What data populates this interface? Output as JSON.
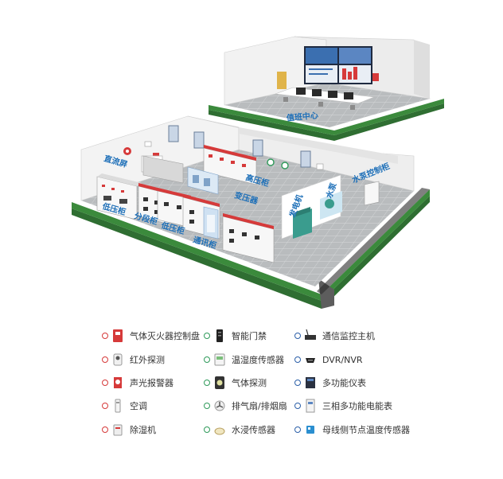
{
  "colors": {
    "red_ring": "#d63a3a",
    "green_ring": "#2f9a5a",
    "blue_ring": "#2b5fa8",
    "label_blue": "#1d6fb8",
    "floor_green": "#3b8a3c"
  },
  "scene": {
    "labels": {
      "duty_center": "值班中心",
      "dc_screen": "直流屏",
      "low_voltage_1": "低压柜",
      "distribution": "分段柜",
      "low_voltage_2": "低压柜",
      "communication": "通讯柜",
      "high_voltage": "高压柜",
      "transformer": "变压器",
      "generator": "发电机",
      "water_pump": "水泵",
      "pump_control": "水泵控制柜"
    }
  },
  "legend": {
    "col1": [
      {
        "icon": "gas-extinguish-panel-icon",
        "label": "气体灭火器控制盘"
      },
      {
        "icon": "infrared-detector-icon",
        "label": "红外探测"
      },
      {
        "icon": "sound-light-alarm-icon",
        "label": "声光报警器"
      },
      {
        "icon": "air-conditioner-icon",
        "label": "空调"
      },
      {
        "icon": "dehumidifier-icon",
        "label": "除湿机"
      }
    ],
    "col2": [
      {
        "icon": "smart-access-icon",
        "label": "智能门禁"
      },
      {
        "icon": "temp-humidity-sensor-icon",
        "label": "温湿度传感器"
      },
      {
        "icon": "gas-detector-icon",
        "label": "气体探测"
      },
      {
        "icon": "exhaust-fan-icon",
        "label": "排气扇/排烟扇"
      },
      {
        "icon": "water-leak-sensor-icon",
        "label": "水浸传感器"
      }
    ],
    "col3": [
      {
        "icon": "comm-monitor-host-icon",
        "label": "通信监控主机"
      },
      {
        "icon": "dvr-nvr-icon",
        "label": "DVR/NVR"
      },
      {
        "icon": "multifunction-meter-icon",
        "label": "多功能仪表"
      },
      {
        "icon": "three-phase-meter-icon",
        "label": "三相多功能电能表"
      },
      {
        "icon": "busbar-temp-sensor-icon",
        "label": "母线侧节点温度传感器"
      }
    ]
  }
}
